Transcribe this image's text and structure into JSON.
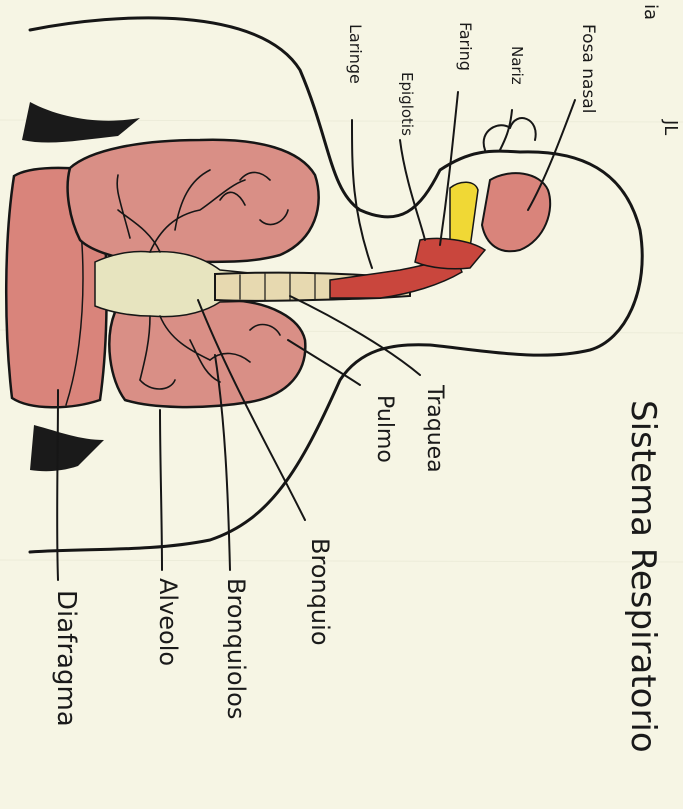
{
  "title": "Sistema Respiratorio",
  "partial_title": "ia",
  "partial_corner": "JL",
  "labels": {
    "fosas_nasales": "Fosa nasal",
    "nariz": "Nariz",
    "faringe": "Faring",
    "epiglotis": "Epiglotis",
    "laringe": "Laringe",
    "traquea": "Traquea",
    "pulmon": "Pulmo",
    "bronquio": "Bronquio",
    "bronquiolos": "Bronquiolos",
    "alveolos": "Alveolo",
    "diafragma": "Diafragma"
  },
  "colors": {
    "paper": "#f6f5e4",
    "ink": "#161616",
    "lung": "#d98f86",
    "lung_dark": "#c06a62",
    "diaphragm": "#d9847b",
    "airway": "#e7e4bf",
    "trachea_red": "#c9463d",
    "epiglottis": "#f0d835"
  }
}
